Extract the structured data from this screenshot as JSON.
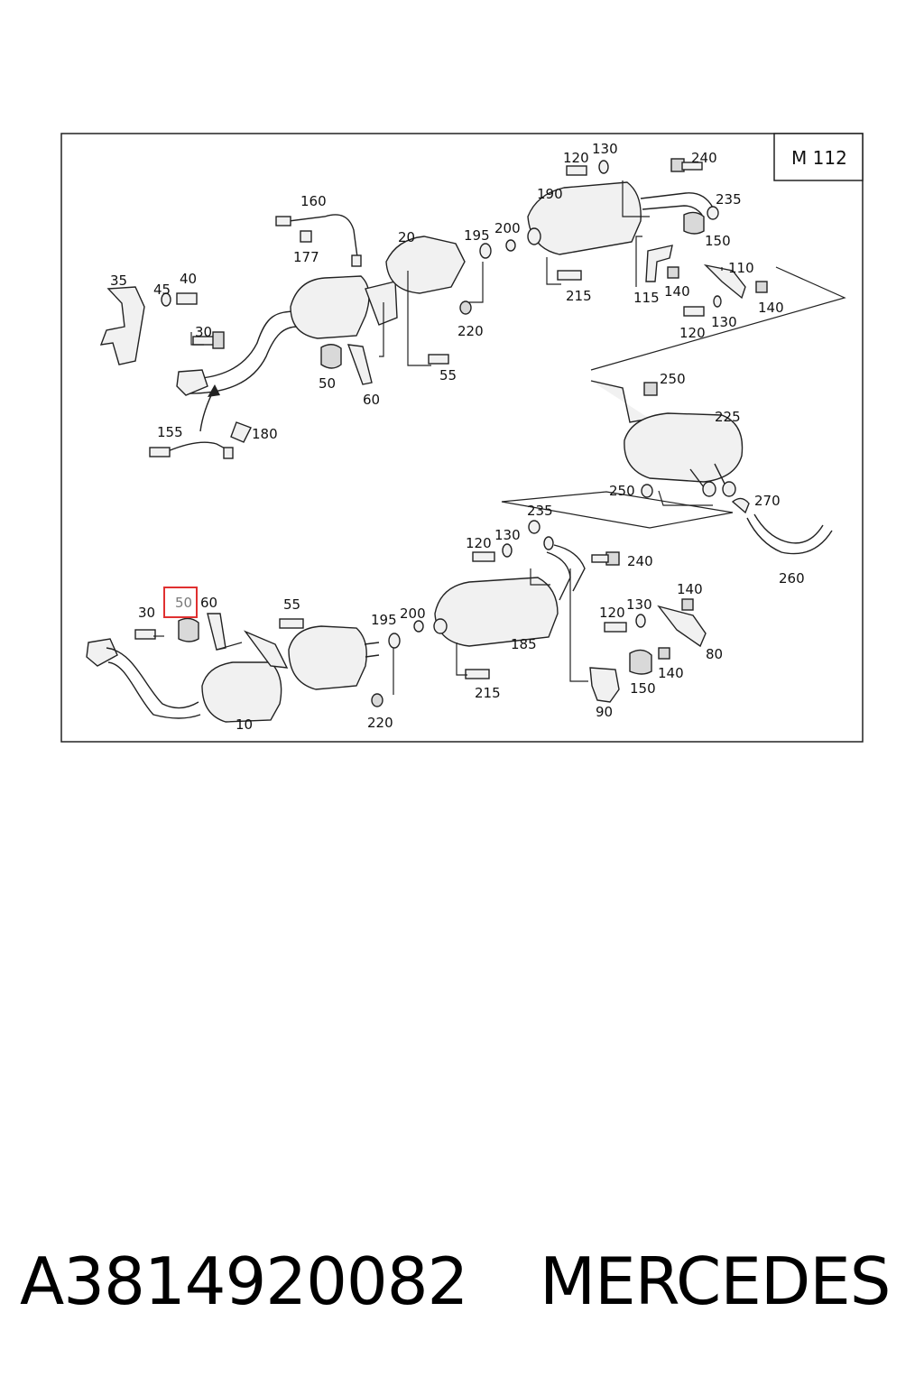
{
  "engine_label": "M 112",
  "highlighted_callout": "50",
  "callouts": {
    "top": [
      "160",
      "177",
      "20",
      "195",
      "200",
      "120",
      "130",
      "190",
      "240",
      "235",
      "150",
      "110",
      "35",
      "45",
      "40",
      "30",
      "50",
      "60",
      "55",
      "220",
      "215",
      "115",
      "140",
      "130",
      "120",
      "140",
      "155",
      "180"
    ],
    "middle": [
      "250",
      "225",
      "250",
      "270",
      "260"
    ],
    "bottom": [
      "235",
      "130",
      "120",
      "240",
      "30",
      "50",
      "60",
      "55",
      "195",
      "200",
      "185",
      "140",
      "120",
      "130",
      "80",
      "140",
      "150",
      "215",
      "220",
      "90",
      "10"
    ]
  },
  "footer": {
    "part_number": "A3814920082",
    "brand": "MERCEDES"
  }
}
